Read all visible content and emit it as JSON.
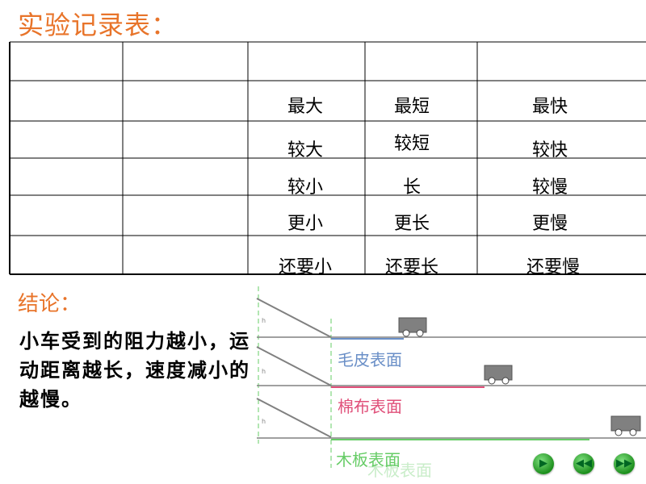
{
  "title": "实验记录表：",
  "table": {
    "rows": [
      [
        "最大",
        "最短",
        "最快"
      ],
      [
        "较大",
        "较短",
        "较快"
      ],
      [
        "较小",
        "长",
        "较慢"
      ],
      [
        "更小",
        "更长",
        "更慢"
      ],
      [
        "还要小",
        "还要长",
        "还要慢"
      ]
    ]
  },
  "conclusion": {
    "label": "结论：",
    "text": "小车受到的阻力越小，运动距离越长，速度减小的越慢。"
  },
  "diagram": {
    "surfaces": [
      "毛皮表面",
      "棉布表面",
      "木板表面"
    ],
    "colors": {
      "fur": "#6a8fc7",
      "cotton": "#e0507a",
      "wood": "#66cc66",
      "accent": "#e8742a"
    }
  },
  "nav": {
    "icons": [
      "play-icon",
      "rewind-icon",
      "fast-forward-icon"
    ]
  }
}
